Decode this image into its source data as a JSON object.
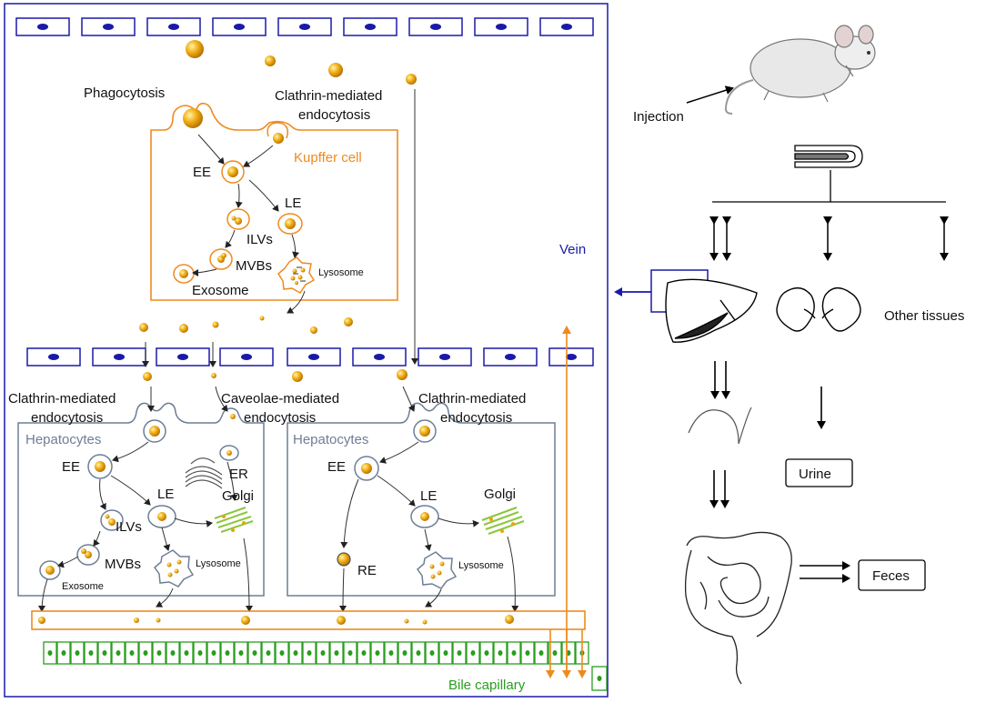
{
  "labels": {
    "phagocytosis": "Phagocytosis",
    "clathrin_top_1": "Clathrin-mediated",
    "clathrin_top_2": "endocytosis",
    "kupffer": "Kupffer cell",
    "ee": "EE",
    "le": "LE",
    "ilvs": "ILVs",
    "mvbs": "MVBs",
    "exosome": "Exosome",
    "lysosome": "Lysosome",
    "vein": "Vein",
    "clathrin_left_1": "Clathrin-mediated",
    "clathrin_left_2": "endocytosis",
    "caveolae_1": "Caveolae-mediated",
    "caveolae_2": "endocytosis",
    "clathrin_right_1": "Clathrin-mediated",
    "clathrin_right_2": "endocytosis",
    "hepatocytes": "Hepatocytes",
    "er": "ER",
    "golgi": "Golgi",
    "re": "RE",
    "bile_capillary": "Bile capillary",
    "injection": "Injection",
    "other_tissues": "Other tissues",
    "urine": "Urine",
    "feces": "Feces"
  },
  "colors": {
    "blue": "#1a1aa8",
    "orange": "#ef8a1d",
    "green": "#2a9d1f",
    "gray": "#6d7f96",
    "particle": "#e8a412"
  }
}
